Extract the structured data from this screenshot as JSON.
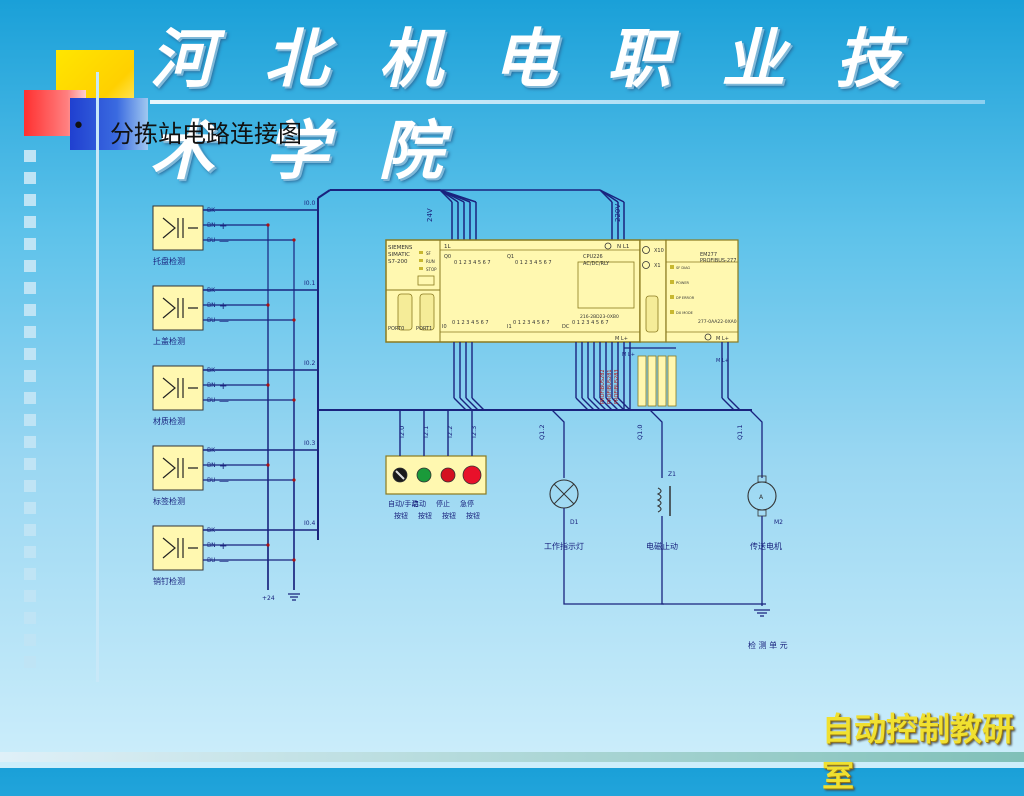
{
  "slide": {
    "title": "河 北 机 电 职 业 技 术 学 院",
    "bullet": "•",
    "subtitle": "分拣站电路连接图",
    "footer": "自动控制教研室"
  },
  "diagram": {
    "sensors": [
      {
        "label": "托盘检测",
        "bk": "BK",
        "bn": "BN",
        "bu": "BU",
        "input": "I0.0"
      },
      {
        "label": "上盖检测",
        "bk": "BK",
        "bn": "BN",
        "bu": "BU",
        "input": "I0.1"
      },
      {
        "label": "材质检测",
        "bk": "BK",
        "bn": "BN",
        "bu": "BU",
        "input": "I0.2"
      },
      {
        "label": "标签检测",
        "bk": "BK",
        "bn": "BN",
        "bu": "BU",
        "input": "I0.3"
      },
      {
        "label": "销钉检测",
        "bk": "BK",
        "bn": "BN",
        "bu": "BU",
        "input": "I0.4"
      }
    ],
    "plus24": "+24",
    "plc": {
      "brand": "SIEMENS",
      "model": "SIMATIC",
      "series": "S7-200",
      "cpu": "CPU226",
      "cpu_type": "AC/DC/RLY",
      "sf": "SF",
      "run": "RUN",
      "stop": "STOP",
      "port0": "PORT0",
      "port1": "PORT1",
      "q0": "Q0",
      "q1": "Q1",
      "digits": "0 1 2 3 4 5 6 7",
      "i0": "I0",
      "i1": "I1",
      "dc": "DC",
      "v24": "24V",
      "v220": "220V",
      "l1": "1L",
      "nl1": "N  L1",
      "in_model": "216-2BD23-0XB0",
      "mlplus": "M  L+"
    },
    "em": {
      "name": "EM277",
      "sub": "PROFIBUS-277",
      "x10": "X10",
      "x1": "X1",
      "model": "277-0AA22-0XA0",
      "led1": "SF  DIAG",
      "led2": "POWER",
      "led3": "DP ERROR",
      "led4": "DX MODE",
      "mlplus": "M  L+"
    },
    "profibus": [
      "PROFIBUS282",
      "PROFIBUS281",
      "PROFIBUS283"
    ],
    "m_lplus": "M  L+",
    "buttons": [
      {
        "label": "自动/手动",
        "sub": "按钮",
        "input": "I2.0",
        "color": "#1a1a1a"
      },
      {
        "label": "启动",
        "sub": "按钮",
        "input": "I2.1",
        "color": "#1a9a3a"
      },
      {
        "label": "停止",
        "sub": "按钮",
        "input": "I2.2",
        "color": "#d41020"
      },
      {
        "label": "急停",
        "sub": "按钮",
        "input": "I2.3",
        "color": "#e8102a"
      }
    ],
    "outputs": [
      {
        "addr": "Q1.2",
        "tag": "D1",
        "label": "工作指示灯"
      },
      {
        "addr": "Q1.0",
        "tag": "Z1",
        "label": "电磁止动"
      },
      {
        "addr": "Q1.1",
        "tag": "M2",
        "label": "传送电机"
      }
    ],
    "motor_a": "A",
    "check_unit": "检 测 单 元"
  },
  "colors": {
    "wire": "#1a237e",
    "panel": "#fff8b0",
    "panel_border": "#8a7a20",
    "sensor_box": "#fff8b0"
  }
}
